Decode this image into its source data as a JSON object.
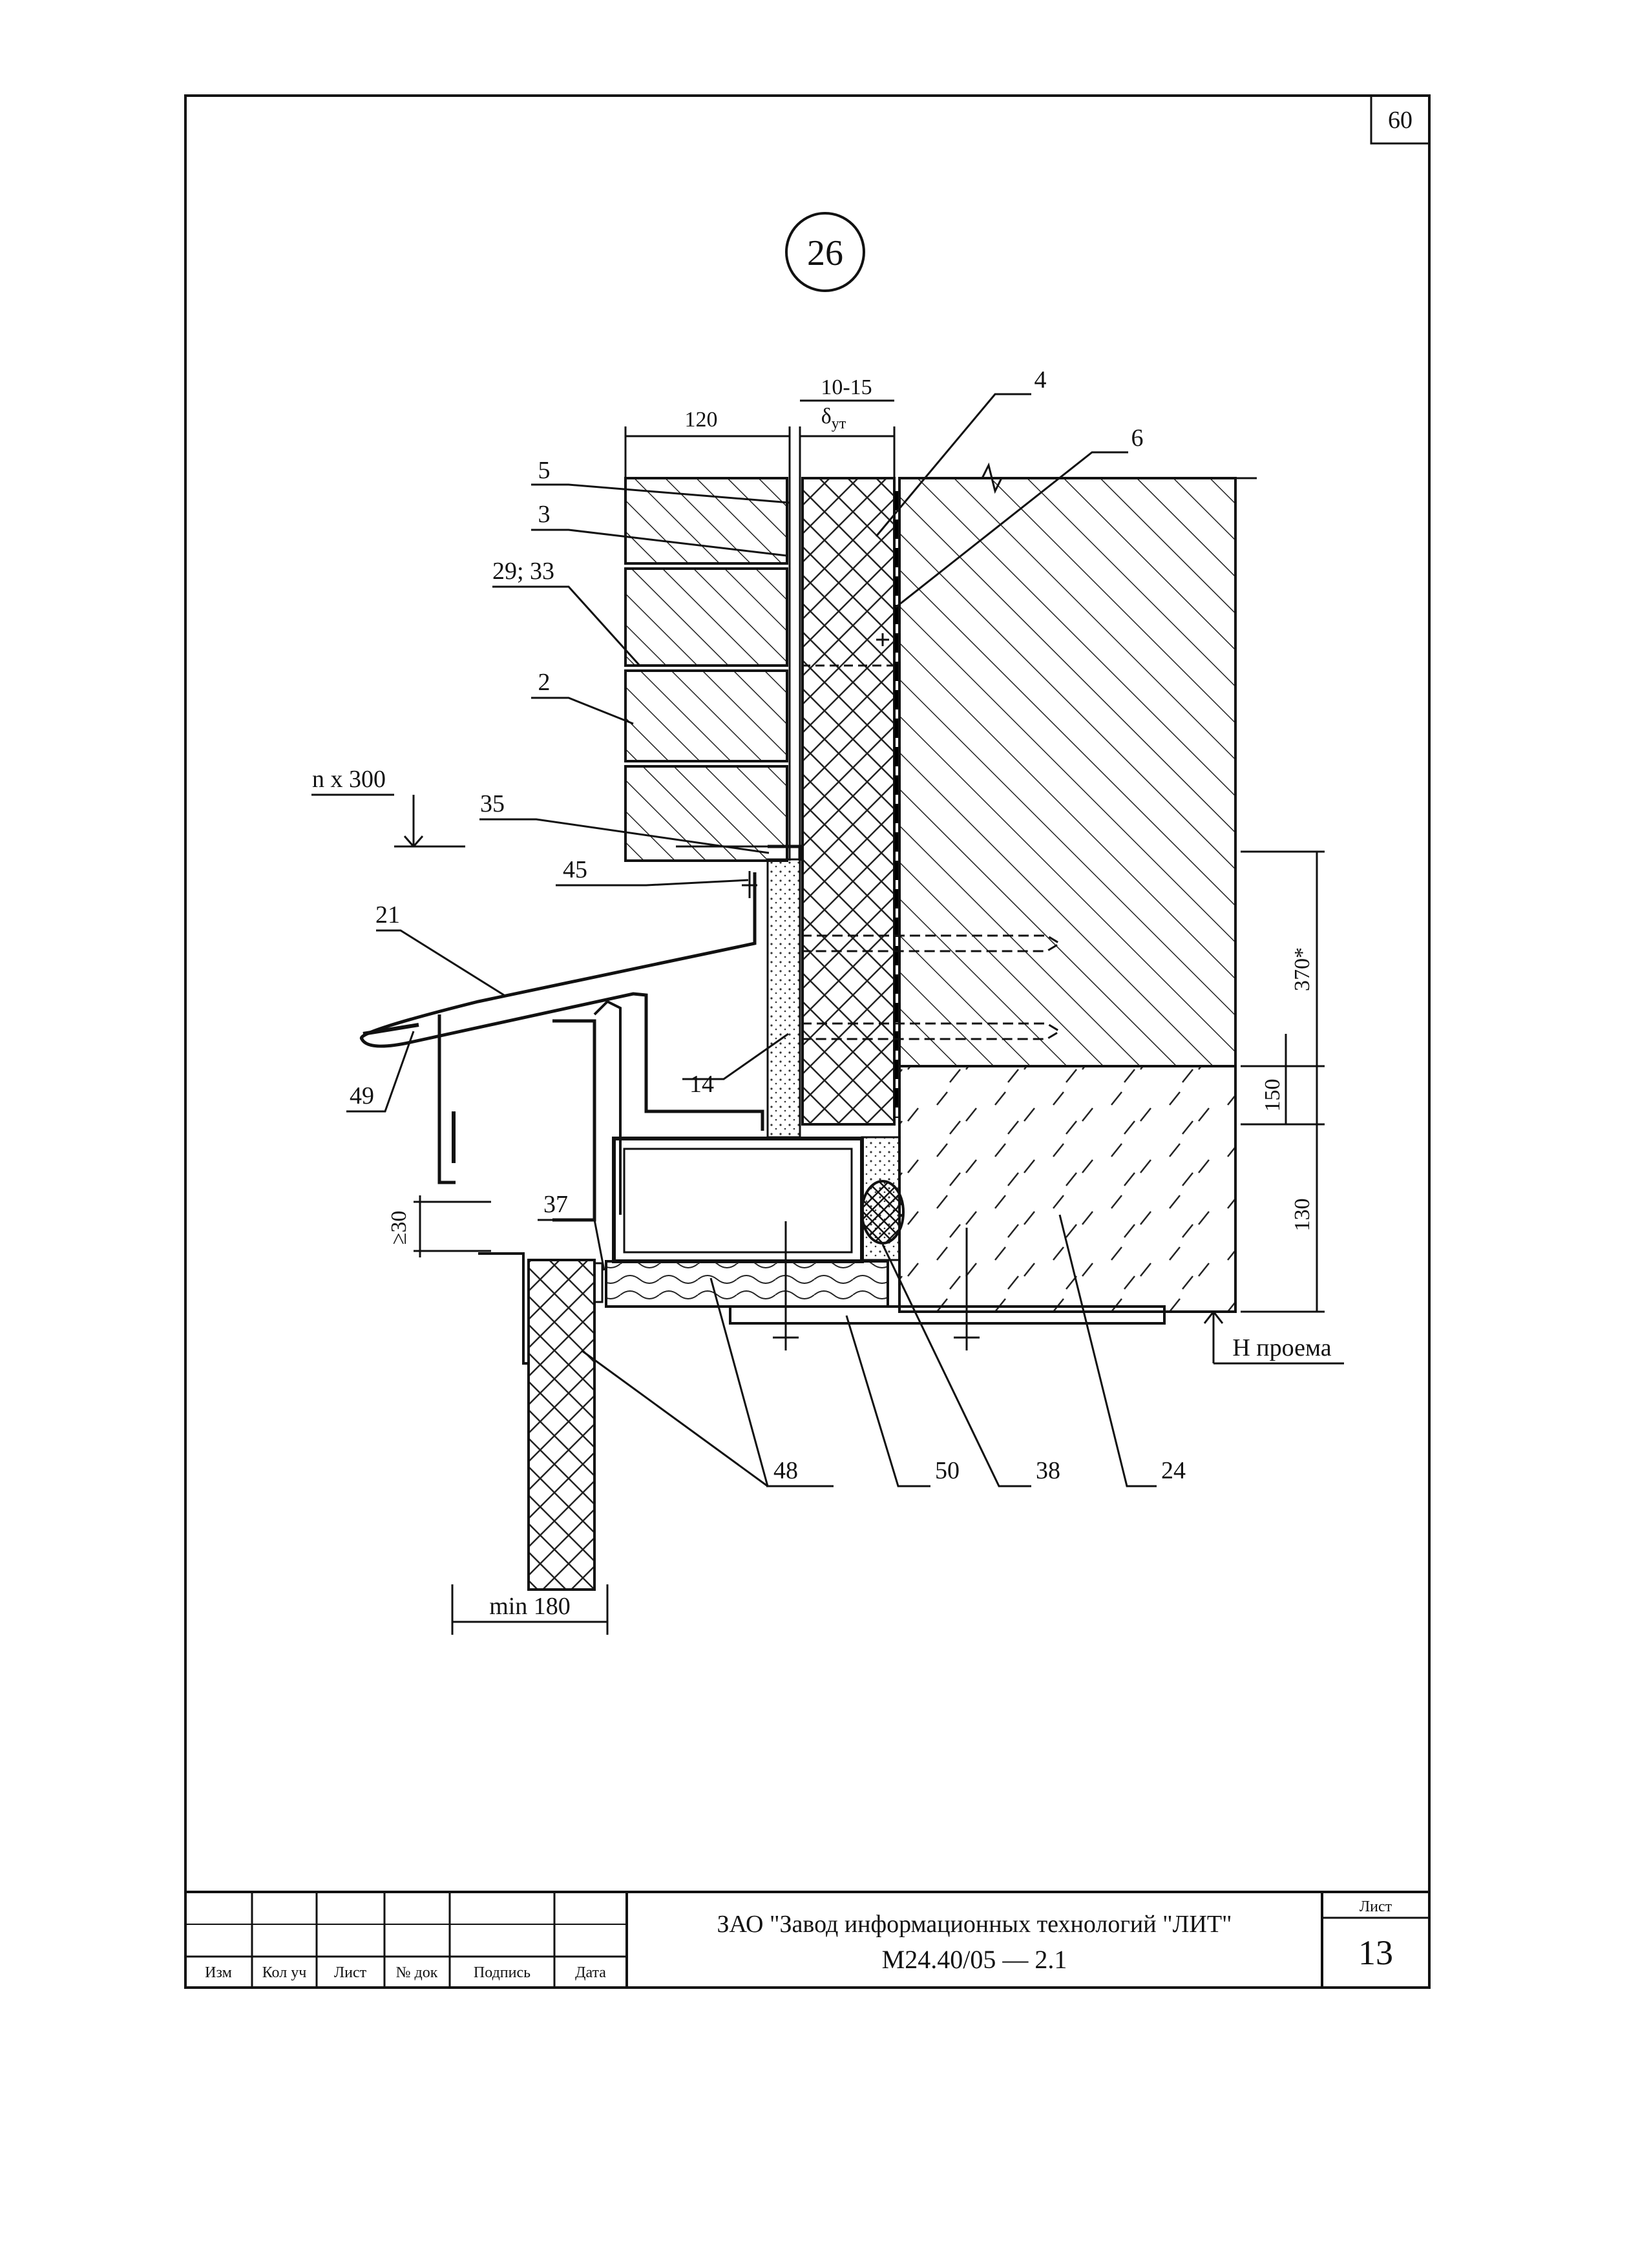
{
  "page_number": "60",
  "detail_number": "26",
  "dimensions": {
    "brick": "120",
    "gap": "10-15",
    "insulation": "δ",
    "insulation_sub": "ут",
    "step": "n x 300",
    "h370": "370*",
    "h150": "150",
    "h130": "130",
    "min_ge30": "≥30",
    "min180": "min 180",
    "opening": "Н проема"
  },
  "callouts": [
    "5",
    "3",
    "29; 33",
    "2",
    "35",
    "45",
    "21",
    "49",
    "14",
    "37",
    "48",
    "50",
    "38",
    "24",
    "4",
    "6"
  ],
  "title_block": {
    "columns": [
      "Изм",
      "Кол уч",
      "Лист",
      "№ док",
      "Подпись",
      "Дата"
    ],
    "organization": "ЗАО \"Завод информационных технологий \"ЛИТ\"",
    "document_code": "М24.40/05  —  2.1",
    "sheet_label": "Лист",
    "sheet_number": "13"
  }
}
